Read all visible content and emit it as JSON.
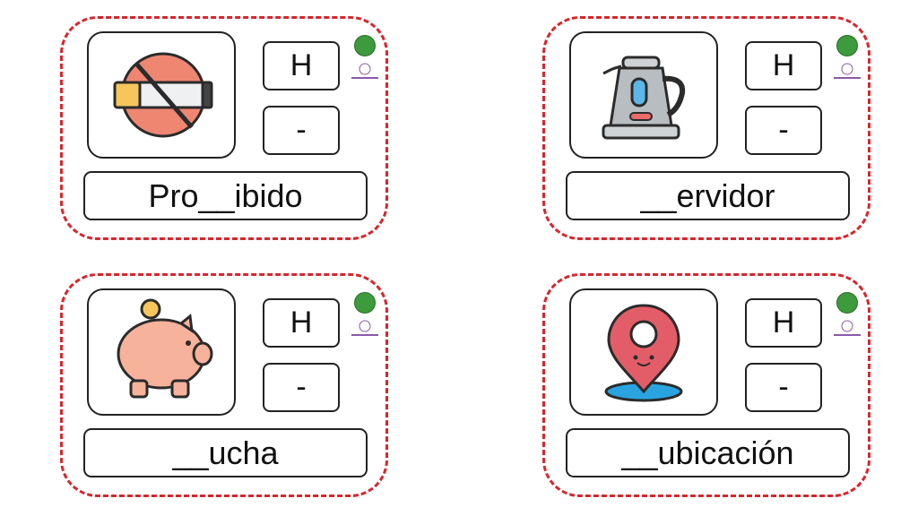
{
  "cards": [
    {
      "letter": "H",
      "dash": "-",
      "word": "Pro__ibido",
      "image": "no-smoking-icon"
    },
    {
      "letter": "H",
      "dash": "-",
      "word": "__ervidor",
      "image": "kettle-icon"
    },
    {
      "letter": "H",
      "dash": "-",
      "word": "__ucha",
      "image": "piggy-bank-icon"
    },
    {
      "letter": "H",
      "dash": "-",
      "word": "__ubicación",
      "image": "location-pin-icon"
    }
  ],
  "colors": {
    "border_dash": "#d8262c",
    "logo_green": "#3d9a3d",
    "logo_purple": "#8a5aa8"
  }
}
